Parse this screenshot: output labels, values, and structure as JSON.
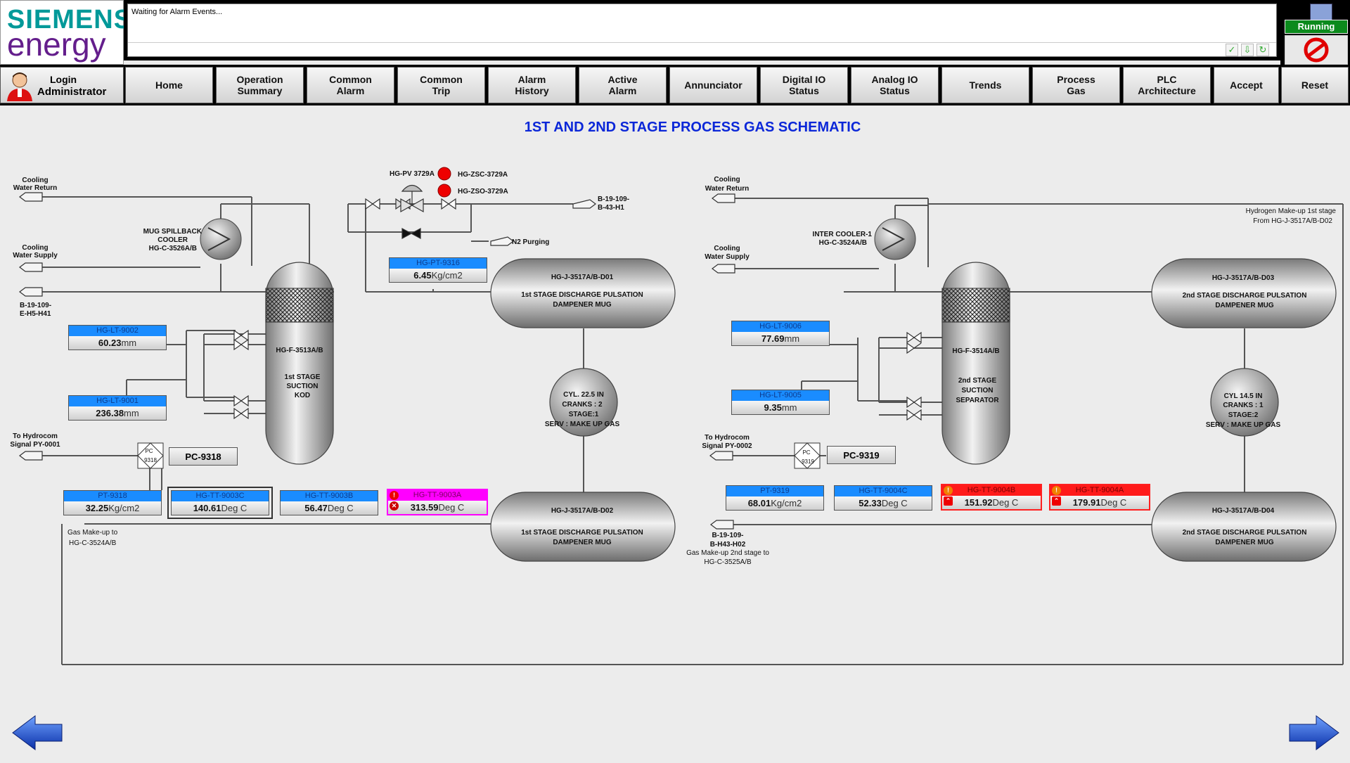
{
  "header": {
    "logo_line1": "SIEMENS",
    "logo_line2": "energy",
    "alarm_message": "Waiting for Alarm Events...",
    "status": "Running"
  },
  "nav": {
    "login_label": "Login",
    "user": "Administrator",
    "buttons": [
      {
        "label": "Home"
      },
      {
        "label": "Operation\nSummary"
      },
      {
        "label": "Common\nAlarm"
      },
      {
        "label": "Common\nTrip"
      },
      {
        "label": "Alarm\nHistory"
      },
      {
        "label": "Active\nAlarm"
      },
      {
        "label": "Annunciator"
      },
      {
        "label": "Digital IO\nStatus"
      },
      {
        "label": "Analog IO\nStatus"
      },
      {
        "label": "Trends"
      },
      {
        "label": "Process\nGas"
      },
      {
        "label": "PLC\nArchitecture"
      },
      {
        "label": "Accept"
      },
      {
        "label": "Reset"
      }
    ]
  },
  "page_title": "1ST AND 2ND STAGE PROCESS GAS SCHEMATIC",
  "left": {
    "cooling_return": [
      "Cooling",
      "Water Return"
    ],
    "cooling_supply": [
      "Cooling",
      "Water Supply"
    ],
    "b19_line": [
      "B-19-109-",
      "E-H5-H41"
    ],
    "cooler": [
      "MUG SPILLBACK",
      "COOLER",
      "HG-C-3526A/B"
    ],
    "valve_pv": "HG-PV 3729A",
    "zsc": "HG-ZSC-3729A",
    "zso": "HG-ZSO-3729A",
    "b19_top": [
      "B-19-109-",
      "B-43-H1"
    ],
    "n2": "N2 Purging",
    "vessel": [
      "HG-F-3513A/B",
      "1st STAGE",
      "SUCTION",
      "KOD"
    ],
    "mug1": [
      "HG-J-3517A/B-D01",
      "1st STAGE DISCHARGE PULSATION",
      "DAMPENER MUG"
    ],
    "mug2": [
      "HG-J-3517A/B-D02",
      "1st STAGE DISCHARGE PULSATION",
      "DAMPENER MUG"
    ],
    "cyl": [
      "CYL. 22.5 IN",
      "CRANKS : 2",
      "STAGE:1",
      "SERV : MAKE UP GAS"
    ],
    "hydrocom": [
      "To Hydrocom",
      "Signal PY-0001"
    ],
    "pc_label": [
      "PC",
      "9318"
    ],
    "pc_box": "PC-9318",
    "gas_makeup": [
      "Gas Make-up to",
      "HG-C-3524A/B"
    ],
    "tags": {
      "pt9316": {
        "name": "HG-PT-9316",
        "value": "6.45",
        "unit": "Kg/cm2"
      },
      "lt9002": {
        "name": "HG-LT-9002",
        "value": "60.23",
        "unit": "mm"
      },
      "lt9001": {
        "name": "HG-LT-9001",
        "value": "236.38",
        "unit": "mm"
      },
      "pt9318": {
        "name": "PT-9318",
        "value": "32.25",
        "unit": "Kg/cm2"
      },
      "tt9003c": {
        "name": "HG-TT-9003C",
        "value": "140.61",
        "unit": "Deg C"
      },
      "tt9003b": {
        "name": "HG-TT-9003B",
        "value": "56.47",
        "unit": "Deg C"
      },
      "tt9003a": {
        "name": "HG-TT-9003A",
        "value": "313.59",
        "unit": "Deg C"
      }
    }
  },
  "right": {
    "cooling_return": [
      "Cooling",
      "Water Return"
    ],
    "cooling_supply": [
      "Cooling",
      "Water Supply"
    ],
    "cooler": [
      "INTER COOLER-1",
      "HG-C-3524A/B"
    ],
    "h2_makeup": [
      "Hydrogen Make-up 1st stage",
      "From HG-J-3517A/B-D02"
    ],
    "vessel": [
      "HG-F-3514A/B",
      "2nd STAGE",
      "SUCTION",
      "SEPARATOR"
    ],
    "mug3": [
      "HG-J-3517A/B-D03",
      "2nd STAGE DISCHARGE PULSATION",
      "DAMPENER MUG"
    ],
    "mug4": [
      "HG-J-3517A/B-D04",
      "2nd STAGE DISCHARGE PULSATION",
      "DAMPENER MUG"
    ],
    "cyl": [
      "CYL 14.5 IN",
      "CRANKS : 1",
      "STAGE:2",
      "SERV : MAKE UP GAS"
    ],
    "hydrocom": [
      "To Hydrocom",
      "Signal PY-0002"
    ],
    "pc_label": [
      "PC",
      "9319"
    ],
    "pc_box": "PC-9319",
    "b19_line": [
      "B-19-109-",
      "B-H43-H02"
    ],
    "gas_makeup2": [
      "Gas Make-up 2nd stage to",
      "HG-C-3525A/B"
    ],
    "tags": {
      "lt9006": {
        "name": "HG-LT-9006",
        "value": "77.69",
        "unit": "mm"
      },
      "lt9005": {
        "name": "HG-LT-9005",
        "value": "9.35",
        "unit": "mm"
      },
      "pt9319": {
        "name": "PT-9319",
        "value": "68.01",
        "unit": "Kg/cm2"
      },
      "tt9004c": {
        "name": "HG-TT-9004C",
        "value": "52.33",
        "unit": "Deg C"
      },
      "tt9004b": {
        "name": "HG-TT-9004B",
        "value": "151.92",
        "unit": "Deg C"
      },
      "tt9004a": {
        "name": "HG-TT-9004A",
        "value": "179.91",
        "unit": "Deg C"
      }
    }
  },
  "colors": {
    "title": "#0b27d8",
    "tag_header": "#1a8cff",
    "alarm_magenta": "#ff00ff",
    "alarm_red": "#ff1a1a",
    "status_running": "#0b8a1c"
  }
}
